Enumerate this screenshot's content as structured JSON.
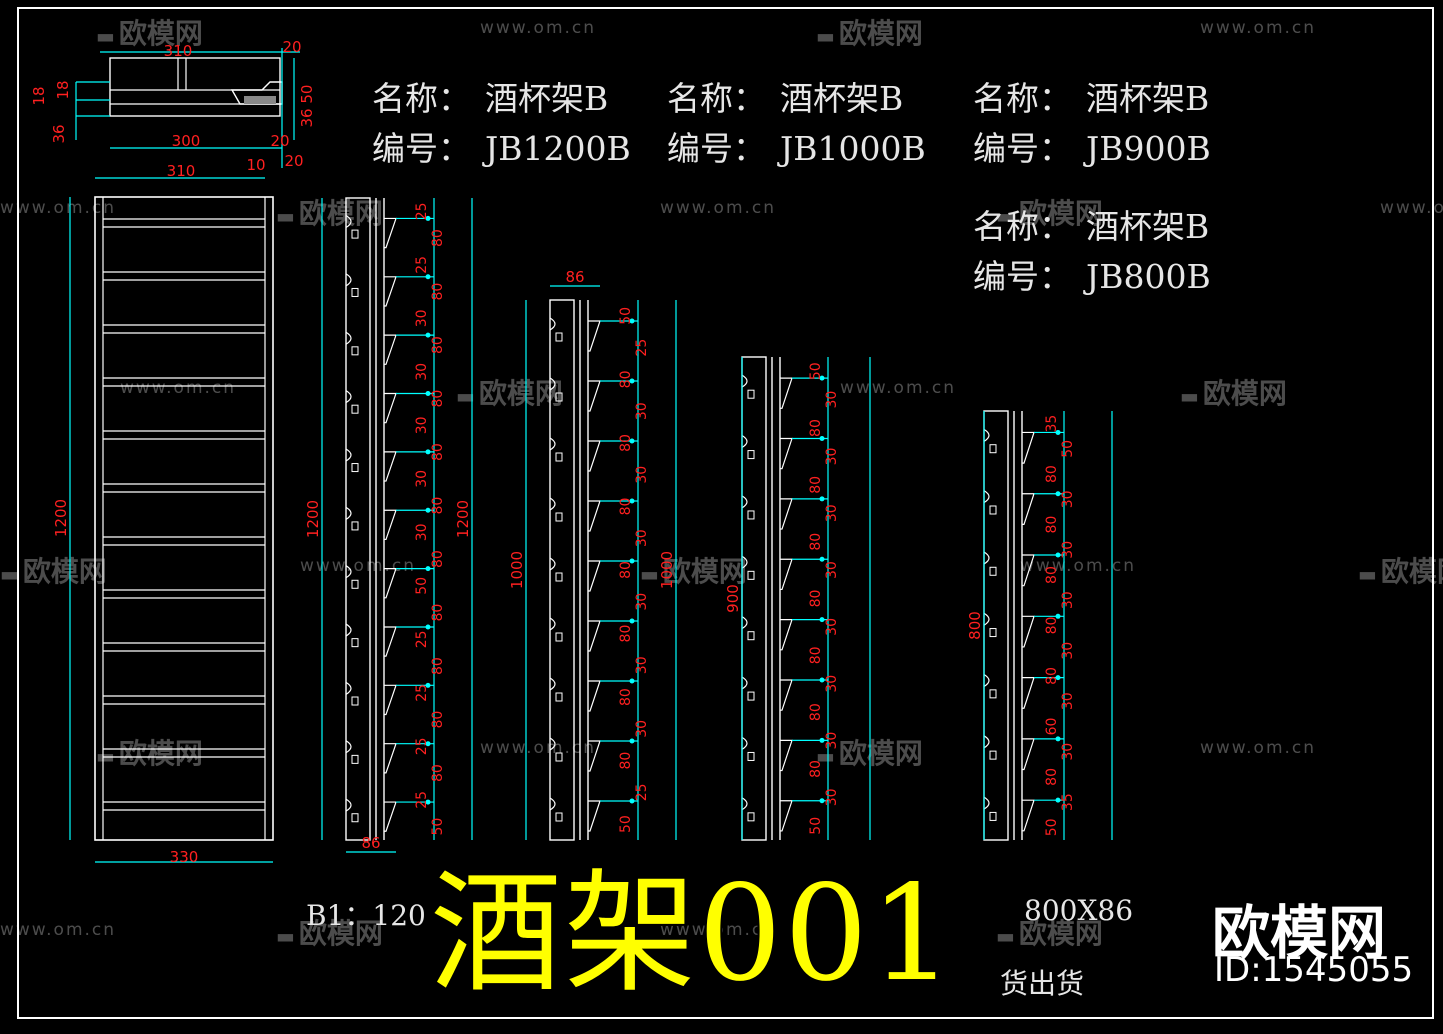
{
  "items": [
    {
      "name_label": "名称：",
      "name": "酒杯架B",
      "code_label": "编号：",
      "code": "JB1200B"
    },
    {
      "name_label": "名称：",
      "name": "酒杯架B",
      "code_label": "编号：",
      "code": "JB1000B"
    },
    {
      "name_label": "名称：",
      "name": "酒杯架B",
      "code_label": "编号：",
      "code": "JB900B"
    },
    {
      "name_label": "名称：",
      "name": "酒杯架B",
      "code_label": "编号：",
      "code": "JB800B"
    }
  ],
  "dims": {
    "top_detail": {
      "w310": "310",
      "w300": "300",
      "d18a": "18",
      "d18b": "18",
      "d36": "36",
      "d20a": "20",
      "d20b": "20",
      "d20c": "20",
      "d10": "10",
      "d3650": "36 50"
    },
    "front": {
      "top_width": "310",
      "bottom_width": "330",
      "height": "1200"
    },
    "rack_1200": {
      "height": "1200",
      "height_right": "1200",
      "depth": "86",
      "spacings": [
        "25",
        "80",
        "25",
        "80",
        "30",
        "80",
        "30",
        "80",
        "30",
        "80",
        "30",
        "80",
        "30",
        "80",
        "50",
        "80",
        "25",
        "80",
        "25",
        "80",
        "25",
        "80",
        "25",
        "50"
      ]
    },
    "rack_1000": {
      "height": "1000",
      "height_right": "1000",
      "depth": "86",
      "spacings": [
        "50",
        "25",
        "80",
        "30",
        "80",
        "30",
        "80",
        "30",
        "80",
        "30",
        "80",
        "30",
        "80",
        "30",
        "80",
        "25",
        "50"
      ]
    },
    "rack_900": {
      "height": "900",
      "spacings": [
        "50",
        "30",
        "80",
        "30",
        "80",
        "30",
        "80",
        "30",
        "80",
        "30",
        "80",
        "30",
        "80",
        "30",
        "80",
        "30",
        "50"
      ]
    },
    "rack_800": {
      "height": "800",
      "spacings": [
        "35",
        "50",
        "80",
        "30",
        "80",
        "30",
        "80",
        "30",
        "80",
        "30",
        "80",
        "30",
        "60",
        "30",
        "80",
        "35",
        "50"
      ]
    }
  },
  "bottom": {
    "scale": "B1：120",
    "size": "800X86",
    "ship": "货出货"
  },
  "title": "酒架001",
  "brand": {
    "name": "欧模网",
    "id": "ID:1545055"
  },
  "watermark": {
    "url": "www.om.cn",
    "logo": "欧模网"
  },
  "colors": {
    "frame": "#ffffff",
    "dimension": "#00ffff",
    "dim_text": "#ff2020",
    "title": "#ffff00",
    "text": "#e6e6e6"
  }
}
